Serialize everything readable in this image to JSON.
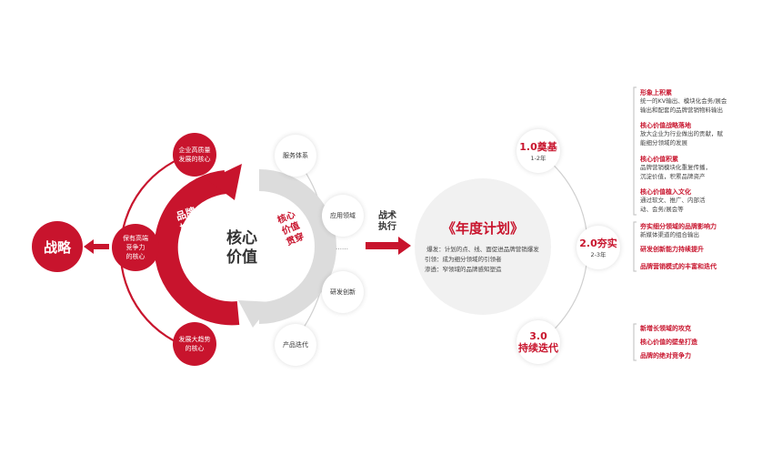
{
  "colors": {
    "accent": "#c8142d",
    "gray": "#d9d9d9",
    "line": "#b9b9b9"
  },
  "strategy": {
    "label": "战略"
  },
  "core": {
    "main_label": "核心\n价值",
    "red_arc_label": "品牌核心价值",
    "gray_arc_label": "核心价值贯穿"
  },
  "left_nodes": [
    {
      "text": "企业高质量\n发展的核心"
    },
    {
      "text": "保有高端\n竞争力\n的核心"
    },
    {
      "text": "发展大趋势\n的核心"
    }
  ],
  "services": [
    {
      "text": "服务体系"
    },
    {
      "text": "应用领域"
    },
    {
      "text": "……"
    },
    {
      "text": "研发创新"
    },
    {
      "text": "产品迭代"
    }
  ],
  "execution": {
    "label": "战术\n执行"
  },
  "annual_plan": {
    "title": "《年度计划》",
    "lines": [
      "爆发：计划的点、线、面促进品牌营销爆发",
      "引领：成为细分领域的引领者",
      "渗透：窄领域的品牌感知塑造"
    ]
  },
  "timeline": [
    {
      "title": "1.0奠基",
      "sub": "1-2年"
    },
    {
      "title": "2.0夯实",
      "sub": "2-3年"
    },
    {
      "title": "3.0\n持续迭代",
      "sub": ""
    }
  ],
  "notes_stage1": [
    {
      "title": "形象上积累",
      "body": "统一的KV输出、模块化会务/展会\n输出和配套的品牌营销物料输出"
    },
    {
      "title": "核心价值战略落地",
      "body": "放大企业为行业做出的贡献，赋\n能细分领域的发展"
    },
    {
      "title": "核心价值积累",
      "body": "品牌营销模块化重复传播，\n沉淀价值，积累品牌资产"
    },
    {
      "title": "核心价值植入文化",
      "body": "通过软文、推广、内部活\n动、会务/展会等"
    }
  ],
  "notes_stage2": [
    {
      "title": "夯实细分领域的品牌影响力",
      "body": "新媒体渠道的组合输出"
    },
    {
      "title": "研发创新能力持续提升",
      "body": ""
    },
    {
      "title": "品牌营销模式的丰富和迭代",
      "body": ""
    }
  ],
  "notes_stage3": [
    {
      "title": "新增长领域的攻克",
      "body": ""
    },
    {
      "title": "核心价值的壁垒打造",
      "body": ""
    },
    {
      "title": "品牌的绝对竞争力",
      "body": ""
    }
  ]
}
